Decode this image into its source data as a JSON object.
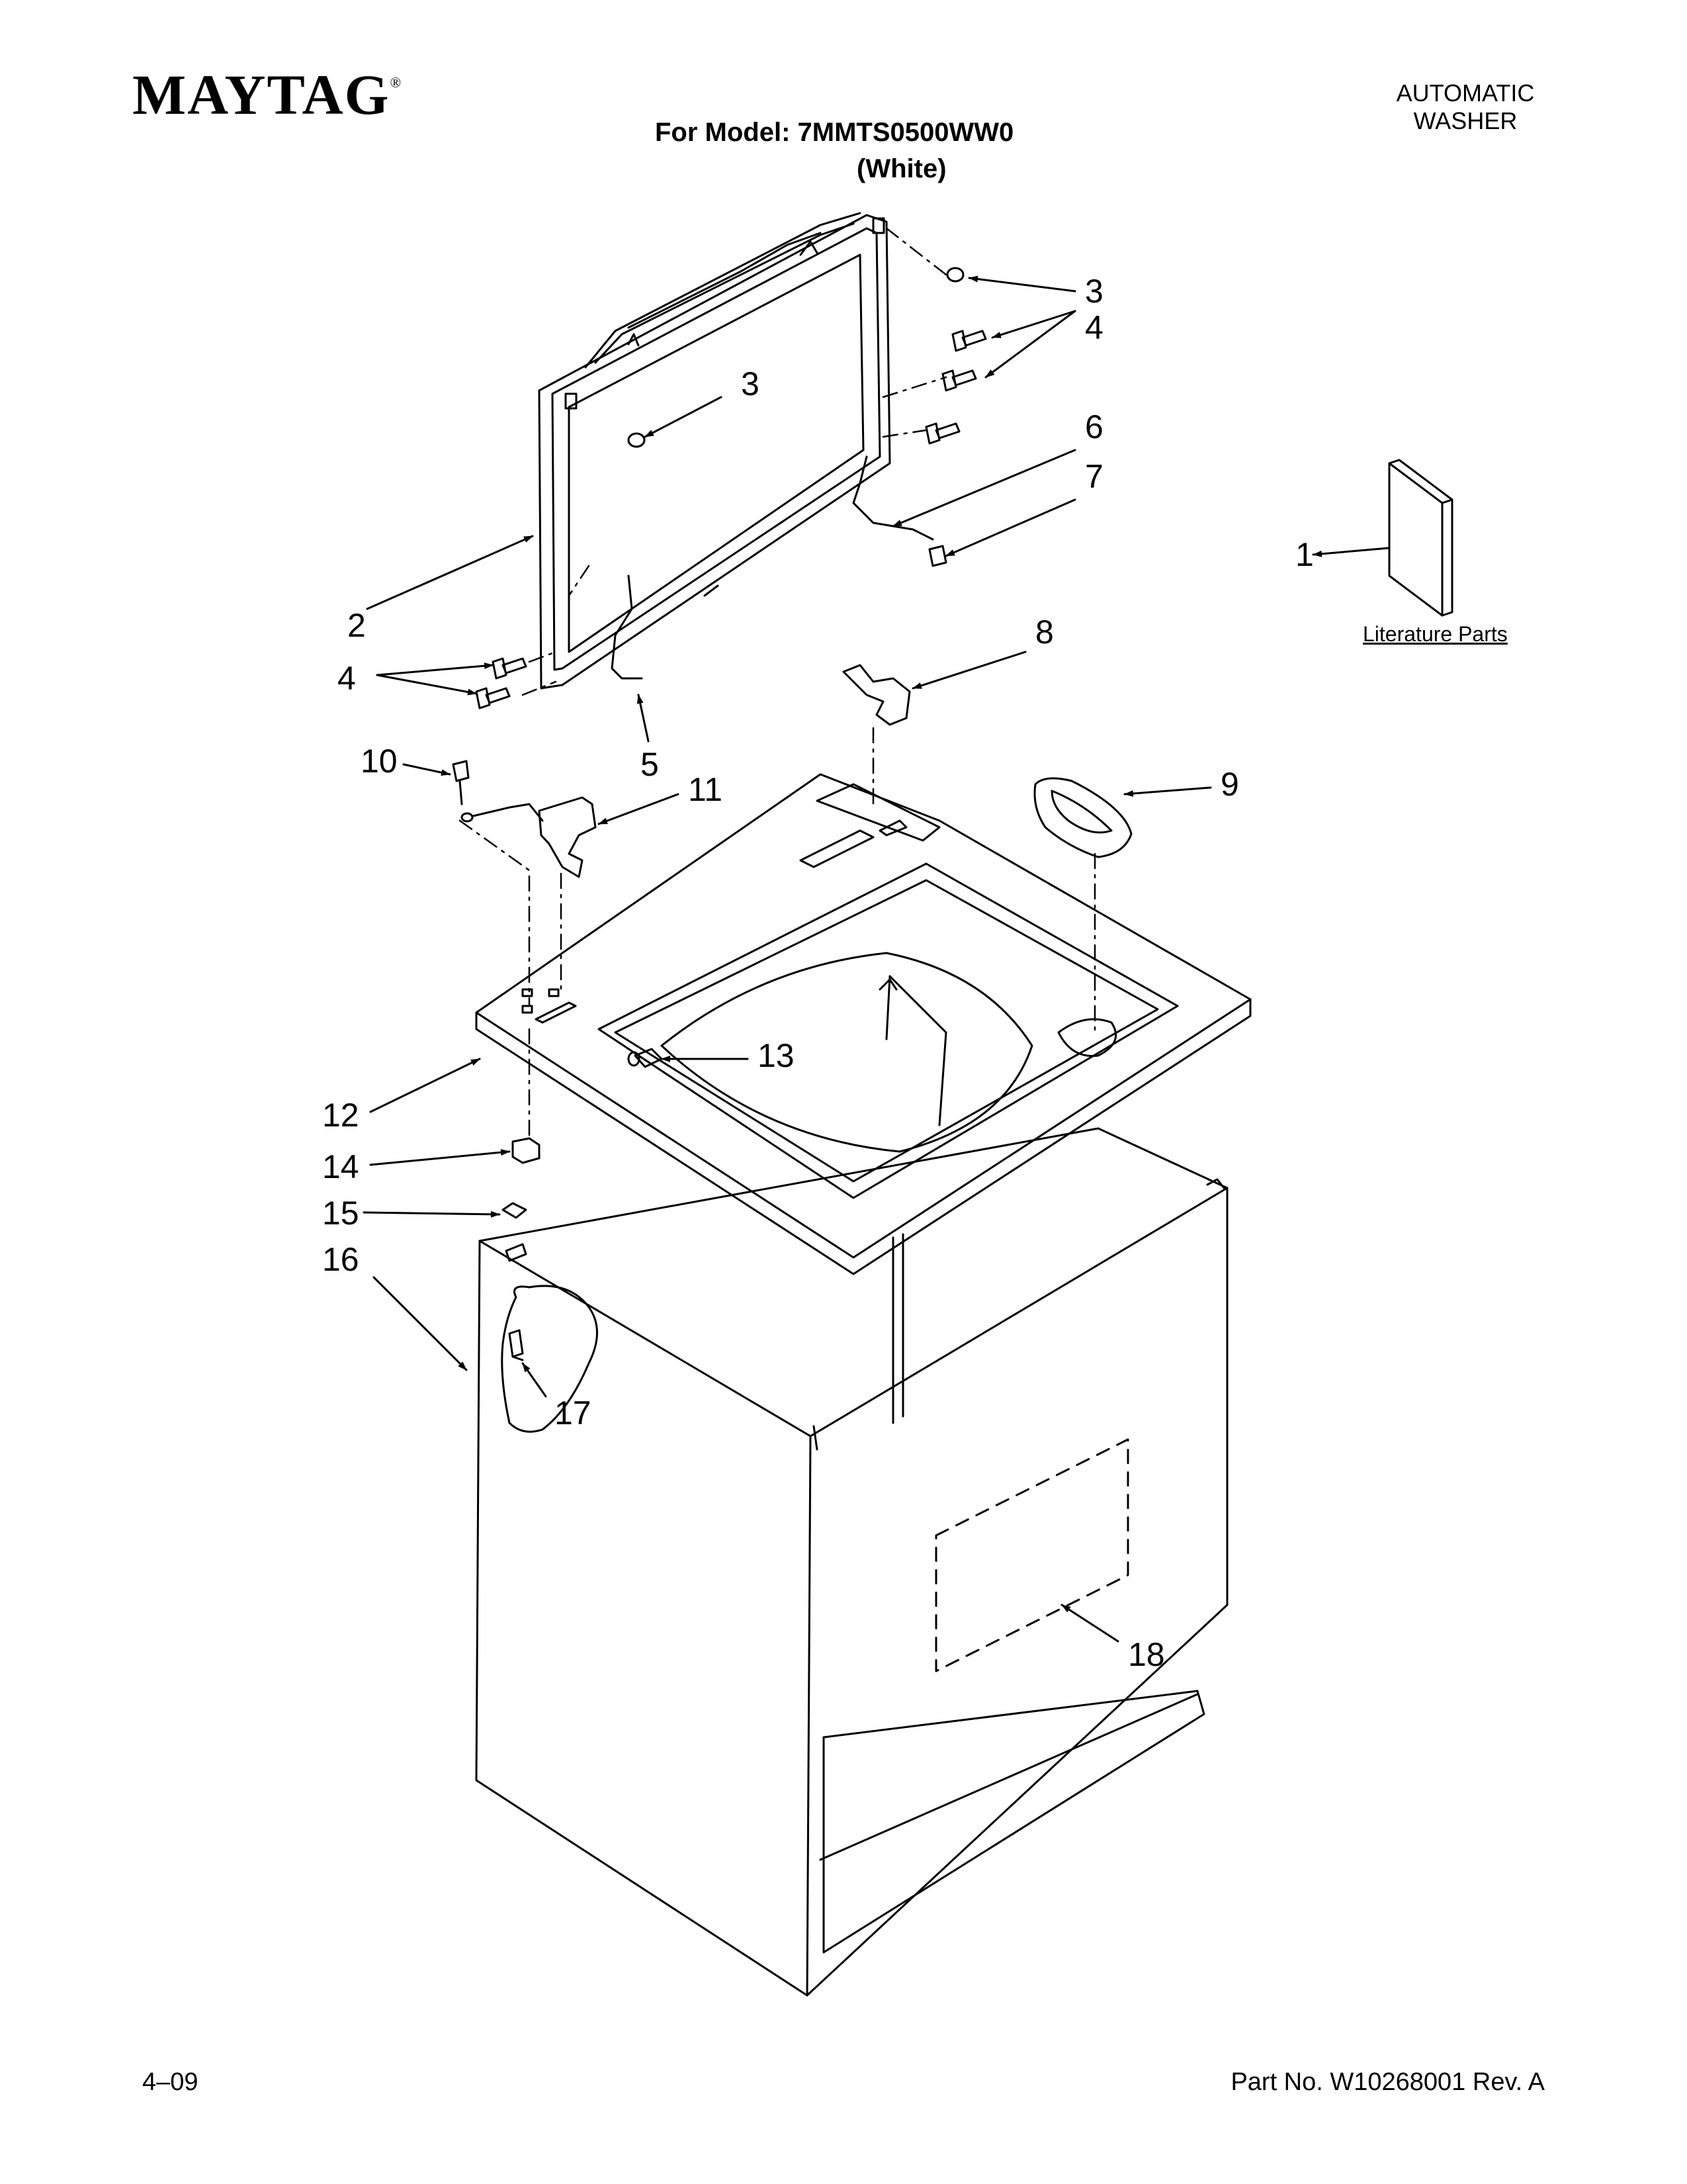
{
  "header": {
    "brand": "MAYTAG",
    "brand_mark": "®",
    "model_line": "For Model: 7MMTS0500WW0",
    "color_line": "(White)",
    "product_type_line1": "AUTOMATIC",
    "product_type_line2": "WASHER"
  },
  "diagram": {
    "literature_caption": "Literature Parts",
    "callouts": {
      "c1": "1",
      "c2": "2",
      "c3a": "3",
      "c3b": "3",
      "c4a": "4",
      "c4b": "4",
      "c5": "5",
      "c6": "6",
      "c7": "7",
      "c8": "8",
      "c9": "9",
      "c10": "10",
      "c11": "11",
      "c12": "12",
      "c13": "13",
      "c14": "14",
      "c15": "15",
      "c16": "16",
      "c17": "17",
      "c18": "18"
    }
  },
  "footer": {
    "date": "4–09",
    "part_number": "Part No. W10268001 Rev. A"
  }
}
